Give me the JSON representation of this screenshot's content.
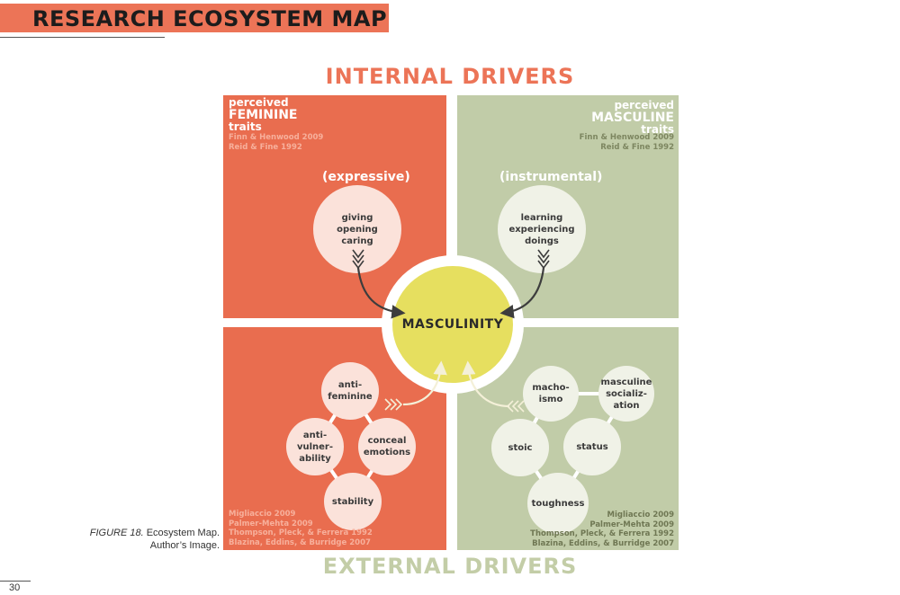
{
  "header": {
    "title": "RESEARCH ECOSYSTEM MAP"
  },
  "diagram": {
    "top_label": "INTERNAL DRIVERS",
    "bottom_label": "EXTERNAL DRIVERS",
    "hub": "MASCULINITY",
    "feminine": {
      "line1": "perceived",
      "line2": "FEMININE",
      "line3": "traits",
      "citations": [
        "Finn & Henwood 2009",
        "Reid & Fine 1992"
      ],
      "qualifier": "(expressive)",
      "circle": "giving\nopening\ncaring"
    },
    "masculine": {
      "line1": "perceived",
      "line2": "MASCULINE",
      "line3": "traits",
      "citations": [
        "Finn & Henwood 2009",
        "Reid & Fine 1992"
      ],
      "qualifier": "(instrumental)",
      "circle": "learning\nexperiencing\ndoings"
    },
    "bottom_left": {
      "nodes": {
        "anti_feminine": "anti-\nfeminine",
        "anti_vulnerability": "anti-\nvulner-\nability",
        "conceal_emotions": "conceal\nemotions",
        "stability": "stability"
      },
      "citations": [
        "Migliaccio 2009",
        "Palmer-Mehta 2009",
        "Thompson, Pleck, & Ferrera 1992",
        "Blazina, Eddins, & Burridge 2007"
      ]
    },
    "bottom_right": {
      "nodes": {
        "macho_ismo": "macho-\nismo",
        "masculine_socialization": "masculine\nsocializ-\nation",
        "stoic": "stoic",
        "status": "status",
        "toughness": "toughness"
      },
      "citations": [
        "Migliaccio 2009",
        "Palmer-Mehta 2009",
        "Thompson, Pleck, & Ferrera 1992",
        "Blazina, Eddins, & Burridge 2007"
      ]
    }
  },
  "caption": {
    "figure": "FIGURE 18.",
    "text": " Ecosystem Map.",
    "line2": "Author’s Image."
  },
  "page_number": "30",
  "colors": {
    "coral": "#e96d4f",
    "sage": "#c1cca8",
    "hub": "#e6df5f",
    "pink_circle": "#fbe2da",
    "green_circle": "#f0f2e7"
  }
}
